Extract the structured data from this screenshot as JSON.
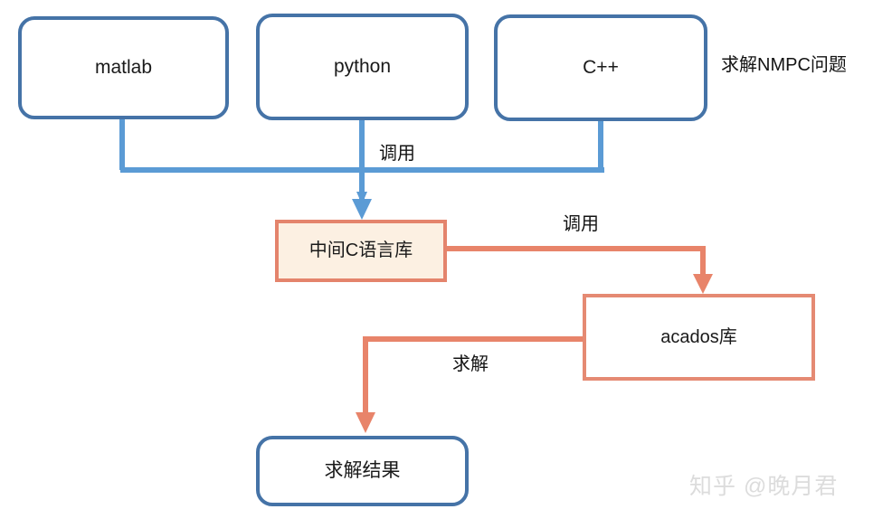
{
  "diagram": {
    "title": "NMPC solving architecture flowchart",
    "colors": {
      "blue_box_border": "#4573a7",
      "blue_connector": "#5b9bd5",
      "orange_border": "#e4846c",
      "orange_connector": "#e8846a",
      "orange_fill": "#fcf0e2",
      "white_fill": "#ffffff",
      "text": "#131313",
      "watermark": "#dcdcdc"
    },
    "nodes": [
      {
        "id": "matlab",
        "label": "matlab",
        "style": "blue-rounded"
      },
      {
        "id": "python",
        "label": "python",
        "style": "blue-rounded"
      },
      {
        "id": "cpp",
        "label": "C++",
        "style": "blue-rounded"
      },
      {
        "id": "c-library",
        "label": "中间C语言库",
        "style": "orange-filled"
      },
      {
        "id": "acados",
        "label": "acados库",
        "style": "orange-outline"
      },
      {
        "id": "result",
        "label": "求解结果",
        "style": "blue-rounded"
      }
    ],
    "edges": [
      {
        "id": "langs-to-clib",
        "from": [
          "matlab",
          "python",
          "cpp"
        ],
        "to": "c-library",
        "label": "调用",
        "color": "#5b9bd5"
      },
      {
        "id": "clib-to-acados",
        "from": "c-library",
        "to": "acados",
        "label": "调用",
        "color": "#e8846a"
      },
      {
        "id": "acados-to-result",
        "from": "acados",
        "to": "result",
        "label": "求解",
        "color": "#e8846a"
      }
    ],
    "annotations": [
      {
        "id": "nmpc-note",
        "text": "求解NMPC问题"
      }
    ],
    "watermark": {
      "text": "知乎 @晚月君"
    }
  }
}
